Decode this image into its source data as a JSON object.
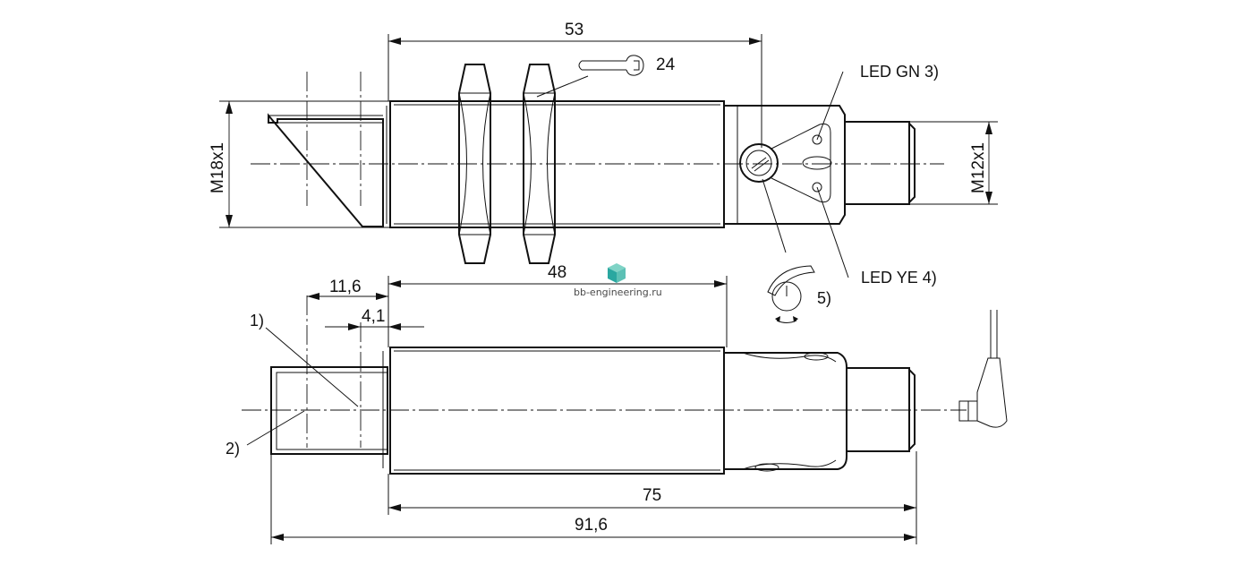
{
  "dimensions": {
    "top_length": "53",
    "wrench_size": "24",
    "thread_main": "M18x1",
    "thread_connector": "M12x1",
    "bottom_length_48": "48",
    "offset_11_6": "11,6",
    "offset_4_1": "4,1",
    "body_length": "75",
    "total_length": "91,6"
  },
  "labels": {
    "led_green": "LED GN 3)",
    "led_yellow": "LED YE 4)",
    "note_1": "1)",
    "note_2": "2)",
    "note_5": "5)"
  },
  "watermark": {
    "text": "bb-engineering.ru",
    "icon": "cube-logo-icon",
    "color": "#2aa7a0"
  },
  "colors": {
    "line": "#111111",
    "background": "#ffffff"
  }
}
